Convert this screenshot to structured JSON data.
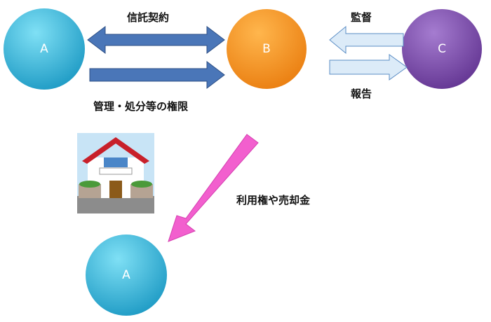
{
  "nodes": {
    "a_top": "A",
    "b": "B",
    "c": "C",
    "a_bottom": "A"
  },
  "labels": {
    "trust_contract": "信託契約",
    "management_authority": "管理・処分等の権限",
    "supervision": "監督",
    "report": "報告",
    "usage_proceeds": "利用権や売却金"
  },
  "colors": {
    "a": "#3bb8dc",
    "b": "#f7941d",
    "c": "#7e4fa8",
    "blue_arrow": "#4a76b8",
    "light_arrow": "#dcebf8",
    "pink_arrow": "#f25fce"
  }
}
